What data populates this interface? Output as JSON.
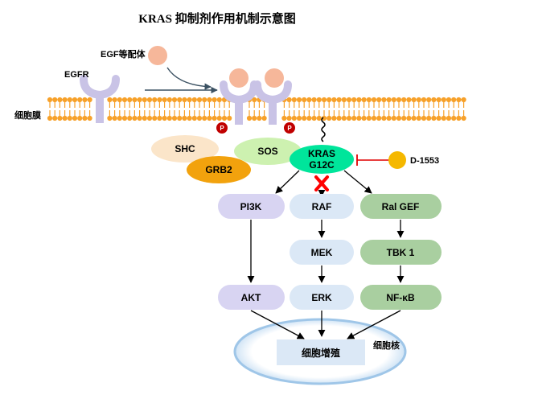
{
  "title": "KRAS 抑制剂作用机制示意图",
  "labels": {
    "egf_ligand": "EGF等配体",
    "egfr": "EGFR",
    "membrane": "细胞膜",
    "nucleus": "细胞核",
    "phospho": "P",
    "inhibitor": "D-1553"
  },
  "nodes": {
    "shc": "SHC",
    "grb2": "GRB2",
    "sos": "SOS",
    "kras_line1": "KRAS",
    "kras_line2": "G12C",
    "pi3k": "PI3K",
    "raf": "RAF",
    "ral_gef": "Ral GEF",
    "mek": "MEK",
    "tbk1": "TBK 1",
    "akt": "AKT",
    "erk": "ERK",
    "nfkb": "NF-κB",
    "proliferation": "细胞增殖"
  },
  "colors": {
    "membrane_orange": "#f7a12a",
    "receptor_purple": "#c9c3e6",
    "egf_salmon": "#f6b79a",
    "phospho_red": "#c00000",
    "shc_beige": "#fbe5c9",
    "grb2_orange": "#f2a20d",
    "sos_green": "#cdf1b0",
    "kras_teal": "#00e59b",
    "pi3k_lavender": "#d8d4f2",
    "raf_blue": "#dbe8f6",
    "ral_green": "#a9cfa0",
    "inhibitor_yellow": "#f5b800",
    "block_red": "#ff0000",
    "nucleus_blue": "#9fc6e8"
  }
}
